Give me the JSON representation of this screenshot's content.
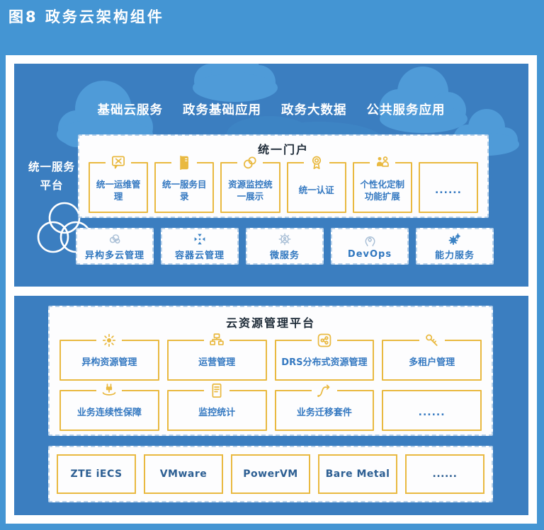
{
  "page_title": "图8 政务云架构组件",
  "colors": {
    "page_bg": "#4495d3",
    "panel_bg": "#3b7ec0",
    "cloud": "#4f9bd8",
    "accent_yellow": "#e9b940",
    "box_text_blue": "#3579c1",
    "heading_dark": "#1e2b38",
    "hypervisor_text": "#2d5f93",
    "dash_border": "#b7d1ea"
  },
  "cloud_layer": {
    "labels": [
      "基础云服务",
      "政务基础应用",
      "政务大数据",
      "公共服务应用"
    ]
  },
  "service_platform": {
    "label_line1": "统一服务",
    "label_line2": "平台",
    "icon": "venn-circles-icon"
  },
  "portal": {
    "title": "统一门户",
    "items": [
      {
        "label": "统一运维管理",
        "icon": "ops-tools-icon"
      },
      {
        "label": "统一服务目录",
        "icon": "service-catalog-icon"
      },
      {
        "label": "资源监控统一展示",
        "icon": "monitor-display-icon"
      },
      {
        "label": "统一认证",
        "icon": "certification-medal-icon"
      },
      {
        "label": "个性化定制功能扩展",
        "icon": "personalization-people-icon"
      },
      {
        "label": "......",
        "icon": null
      }
    ]
  },
  "services_row": [
    {
      "label": "异构多云管理",
      "icon": "multi-cloud-icon"
    },
    {
      "label": "容器云管理",
      "icon": "container-compress-icon"
    },
    {
      "label": "微服务",
      "icon": "microservice-gear-icon"
    },
    {
      "label": "DevOps",
      "icon": "devops-head-icon"
    },
    {
      "label": "能力服务",
      "icon": "capability-gears-icon"
    }
  ],
  "cloud_resource_platform": {
    "title": "云资源管理平台",
    "row1": [
      {
        "label": "异构资源管理",
        "icon": "hetero-resource-icon"
      },
      {
        "label": "运营管理",
        "icon": "operation-network-icon"
      },
      {
        "label": "DRS分布式资源管理",
        "icon": "drs-share-icon"
      },
      {
        "label": "多租户管理",
        "icon": "tenant-key-icon"
      }
    ],
    "row2": [
      {
        "label": "业务连续性保障",
        "icon": "continuity-plug-icon"
      },
      {
        "label": "监控统计",
        "icon": "monitor-stats-icon"
      },
      {
        "label": "业务迁移套件",
        "icon": "migration-route-icon"
      },
      {
        "label": "......",
        "icon": null
      }
    ]
  },
  "hypervisors": [
    "ZTE iECS",
    "VMware",
    "PowerVM",
    "Bare Metal",
    "......"
  ]
}
